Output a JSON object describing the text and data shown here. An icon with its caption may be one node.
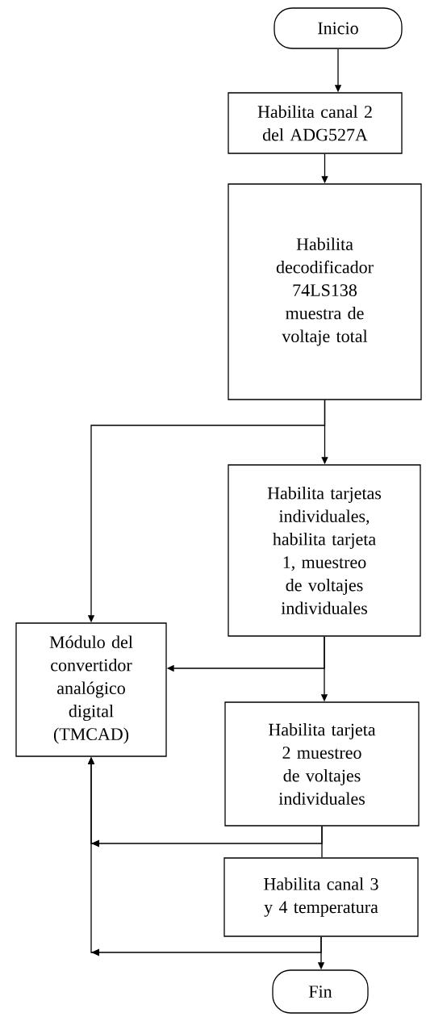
{
  "diagram": {
    "nodes": [
      {
        "text": [
          "Inicio"
        ]
      },
      {
        "text": [
          "Habilita canal 2 del ADG527A"
        ]
      },
      {
        "text": [
          "Habilita decodificador 74LS138 muestra de voltaje total"
        ]
      },
      {
        "text": [
          "Habilita tarjetas individuales, habilita tarjeta 1, muestreo de voltajes individuales"
        ]
      },
      {
        "text": [
          "Módulo del convertidor analógico digital (TMCAD)"
        ]
      },
      {
        "text": [
          "Habilita tarjeta 2 muestreo de voltajes individuales"
        ]
      },
      {
        "text": [
          "Habilita canal 3 y 4 temperatura"
        ]
      },
      {
        "text": [
          "Fin"
        ]
      }
    ],
    "edges": [
      {
        "from": 0,
        "to": 1,
        "arrow": "to"
      },
      {
        "from": 1,
        "to": 2,
        "arrow": "to"
      },
      {
        "from": 2,
        "to": 3,
        "arrow": "to"
      },
      {
        "from": 2,
        "to": 4,
        "arrow": "to"
      },
      {
        "from": 3,
        "to": 5,
        "arrow": "to"
      },
      {
        "from": 3,
        "to": 4,
        "arrow": "to"
      },
      {
        "from": 5,
        "to": 6,
        "arrow": "none"
      },
      {
        "from": 5,
        "to": 4,
        "arrow": "to"
      },
      {
        "from": 6,
        "to": 4,
        "arrow": "to"
      },
      {
        "from": 6,
        "to": 7,
        "arrow": "to"
      }
    ]
  }
}
